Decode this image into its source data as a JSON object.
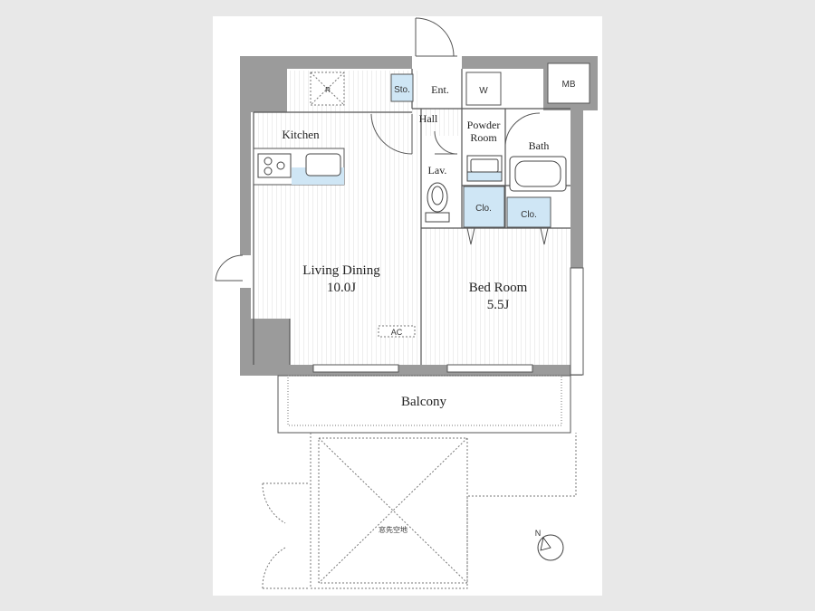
{
  "colors": {
    "background": "#e8e8e8",
    "sheet": "#ffffff",
    "wall": "#9b9b9b",
    "wall_dark": "#8a8a8a",
    "line": "#555555",
    "accent_blue": "#cfe6f5",
    "floor_line": "#dcdcdc",
    "dash": "#777777"
  },
  "rooms": {
    "kitchen": "Kitchen",
    "living_dining": "Living Dining",
    "living_dining_size": "10.0J",
    "bed_room": "Bed Room",
    "bed_room_size": "5.5J",
    "balcony": "Balcony",
    "hall": "Hall",
    "entrance": "Ent.",
    "storage": "Sto.",
    "washer": "W",
    "powder_room_line1": "Powder",
    "powder_room_line2": "Room",
    "bath": "Bath",
    "lavatory": "Lav.",
    "closet_a": "Clo.",
    "closet_b": "Clo.",
    "meter_box": "MB",
    "refrigerator": "R",
    "air_conditioner": "AC",
    "private_garden": "窓先空地"
  },
  "compass": {
    "label": "N"
  },
  "icons": [
    "stove-icon",
    "sink-icon",
    "toilet-icon",
    "bathtub-icon",
    "washbasin-icon",
    "compass-icon",
    "door-swing-icon"
  ]
}
